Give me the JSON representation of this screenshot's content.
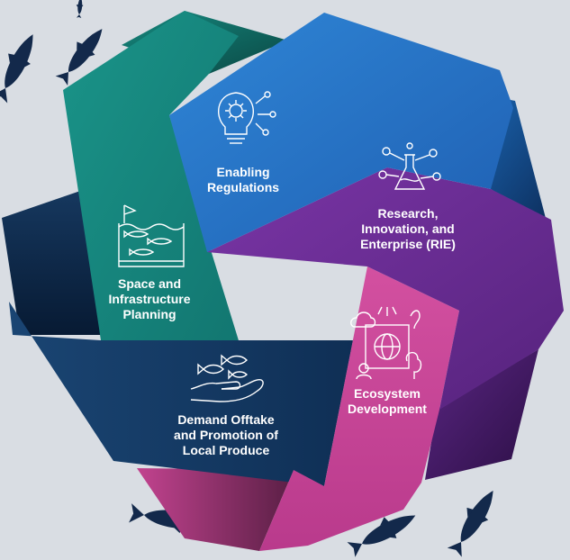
{
  "colors": {
    "background": "#d9dde3",
    "regulations": "#2878c8",
    "rie": "#6a2d91",
    "ecosystem": "#c94596",
    "demand": "#173d66",
    "space": "#178a82",
    "fish": "#13294b",
    "icon_line": "#ffffff"
  },
  "segments": [
    {
      "id": "regulations",
      "lines": [
        "Enabling",
        "Regulations"
      ],
      "icon": "lightbulb-gear-icon"
    },
    {
      "id": "rie",
      "lines": [
        "Research,",
        "Innovation, and",
        "Enterprise (RIE)"
      ],
      "icon": "flask-network-icon"
    },
    {
      "id": "ecosystem",
      "lines": [
        "Ecosystem",
        "Development"
      ],
      "icon": "globe-network-icon"
    },
    {
      "id": "demand",
      "lines": [
        "Demand Offtake",
        "and Promotion of",
        "Local Produce"
      ],
      "icon": "hand-fish-icon"
    },
    {
      "id": "space",
      "lines": [
        "Space and",
        "Infrastructure",
        "Planning"
      ],
      "icon": "fish-farm-icon"
    }
  ],
  "decorations": {
    "fish_icon": "fish-silhouette-icon"
  }
}
